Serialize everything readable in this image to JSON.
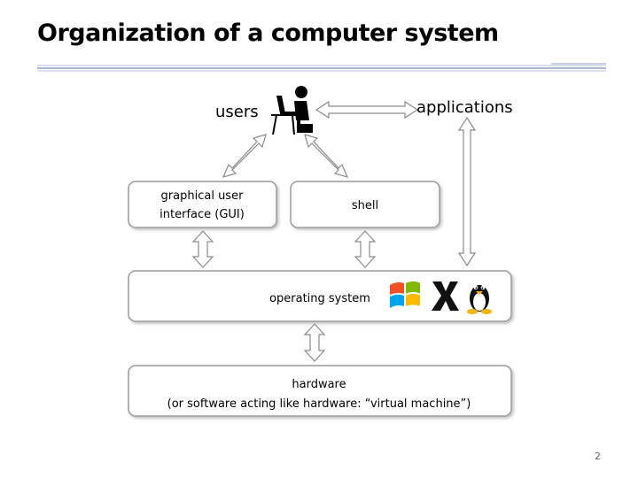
{
  "slide": {
    "title": "Organization of a computer system",
    "page_number": "2"
  },
  "diagram": {
    "users_label": "users",
    "applications_label": "applications",
    "gui_label_line1": "graphical user",
    "gui_label_line2": "interface (GUI)",
    "shell_label": "shell",
    "os_label": "operating system",
    "hardware_label_line1": "hardware",
    "hardware_label_line2": "(or software acting like hardware: “virtual machine”)",
    "os_logos": [
      "windows-logo",
      "mac-x-logo",
      "linux-tux-logo"
    ]
  },
  "colors": {
    "box_border": "#9a9a9a",
    "arrow_stroke": "#8a8a8a",
    "title_rule": "#9aaad0"
  }
}
